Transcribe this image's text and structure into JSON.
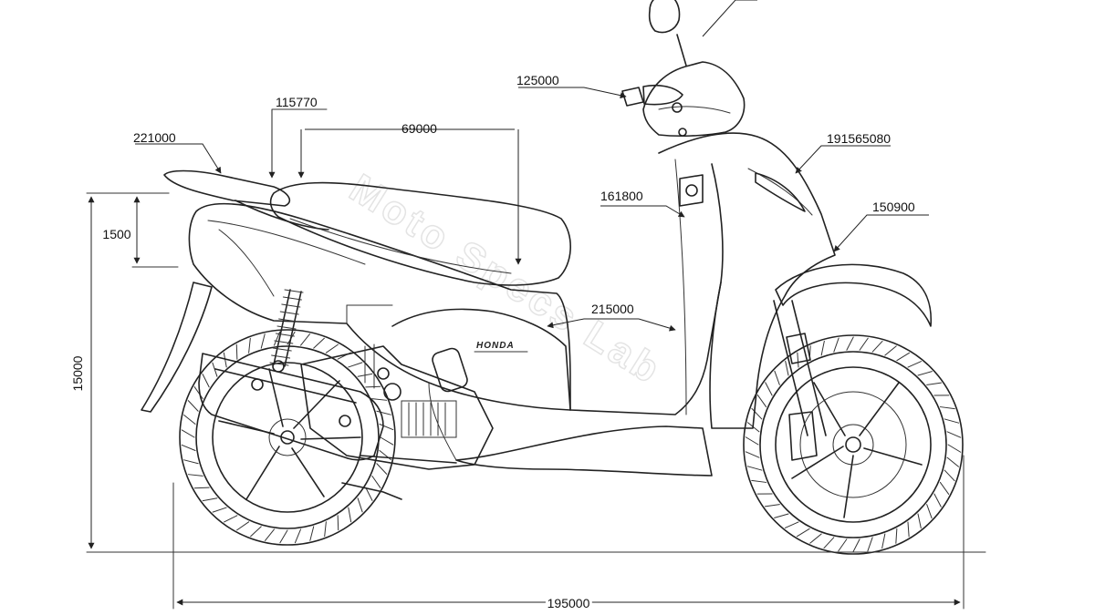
{
  "labels": {
    "a": "221000",
    "b": "115770",
    "c": "69000",
    "d": "125000",
    "e": "191565080",
    "f": "161800",
    "g": "150900",
    "h": "215000",
    "i": "1500",
    "j": "15000",
    "k": "195000"
  },
  "brand": "HONDA",
  "watermark": "Moto Specs Lab"
}
